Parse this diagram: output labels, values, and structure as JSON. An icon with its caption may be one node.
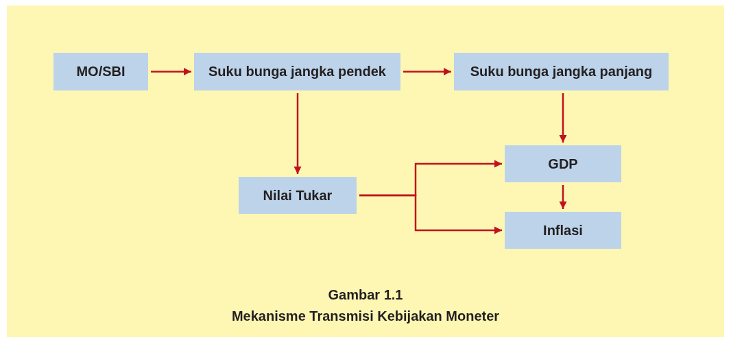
{
  "diagram": {
    "caption": "Mekanisme Transmisi Kebijakan Moneter",
    "nodes": [
      {
        "text": [
          "MO/SBI"
        ]
      },
      {
        "text": [
          "Suku bunga jangka pendek"
        ]
      },
      {
        "text": [
          "Suku bunga jangka panjang"
        ]
      },
      {
        "text": [
          "Nilai Tukar"
        ]
      },
      {
        "text": [
          "GDP"
        ]
      },
      {
        "text": [
          "Inflasi"
        ]
      }
    ],
    "edges": [
      {
        "from": 0,
        "to": 1,
        "arrow": "to"
      },
      {
        "from": 1,
        "to": 2,
        "arrow": "to"
      },
      {
        "from": 1,
        "to": 3,
        "arrow": "to"
      },
      {
        "from": 2,
        "to": 4,
        "arrow": "to"
      },
      {
        "from": 3,
        "to": 4,
        "arrow": "to"
      },
      {
        "from": 3,
        "to": 5,
        "arrow": "to"
      },
      {
        "from": 4,
        "to": 5,
        "arrow": "to"
      }
    ],
    "labels": [
      "Gambar 1.1"
    ]
  }
}
